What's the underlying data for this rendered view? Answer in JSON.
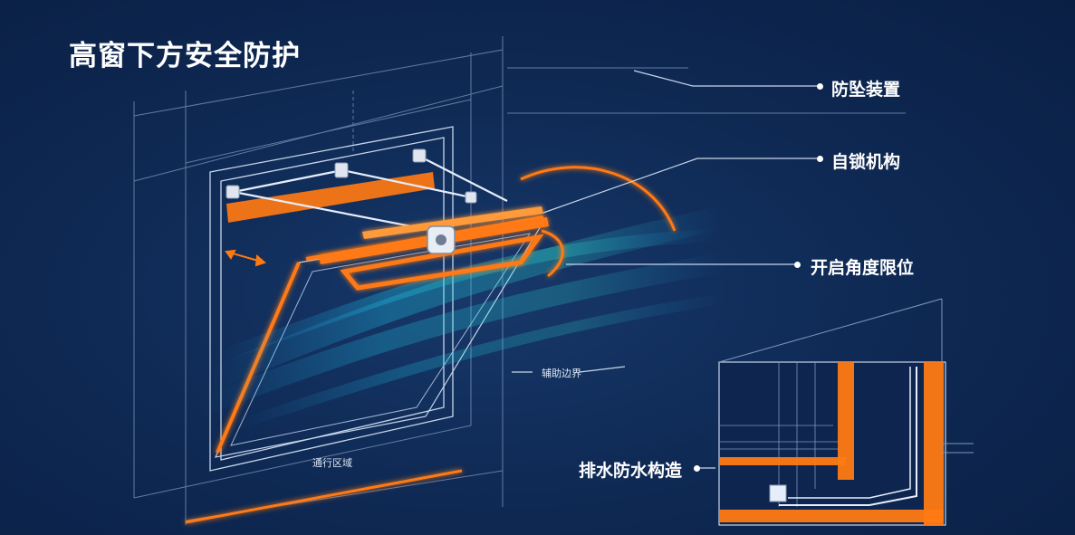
{
  "title": "高窗下方安全防护",
  "callouts": {
    "anti_fall": "防坠装置",
    "self_lock": "自锁机构",
    "angle_limit": "开启角度限位",
    "drainage": "排水防水构造"
  },
  "zones": {
    "auxiliary_boundary": "辅助边界",
    "passage_area": "通行区域"
  },
  "colors": {
    "background": "#0f2a55",
    "accent_orange": "#ff7a12",
    "line_white": "#c8d6ea",
    "airflow_cyan": "#19c6e6"
  }
}
